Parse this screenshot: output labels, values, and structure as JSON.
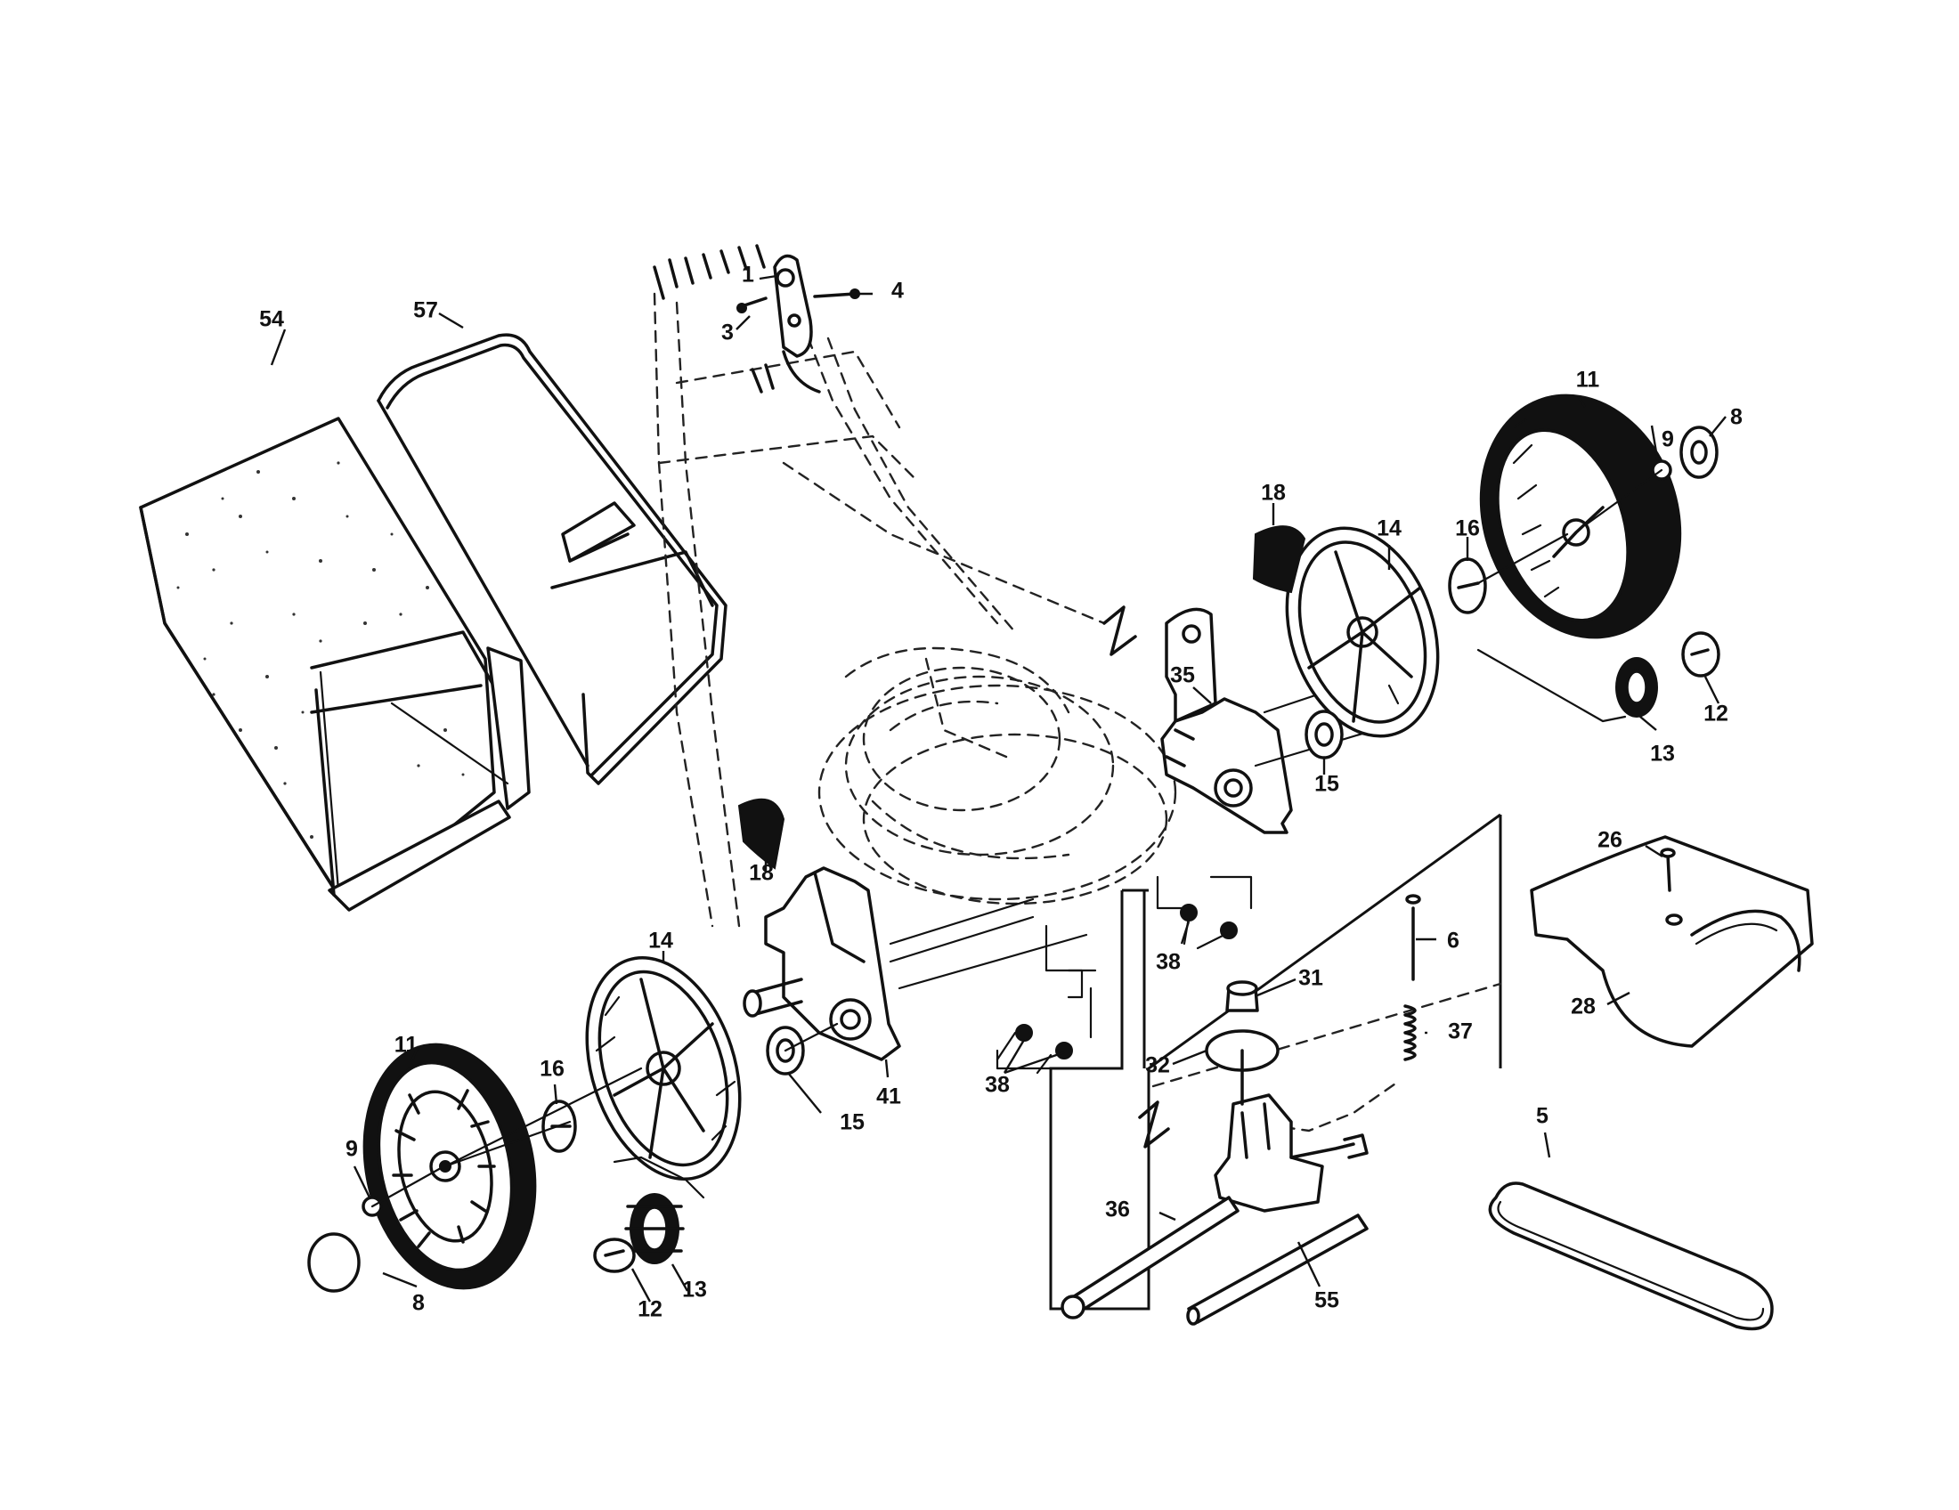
{
  "colors": {
    "ink": "#111111",
    "paper": "#ffffff"
  },
  "labels": {
    "p1": "1",
    "p3": "3",
    "p4": "4",
    "p5": "5",
    "p6": "6",
    "p8_left": "8",
    "p8_right": "8",
    "p9_left": "9",
    "p9_right": "9",
    "p11_left": "11",
    "p11_right": "11",
    "p12_left": "12",
    "p12_right": "12",
    "p13_left": "13",
    "p13_right": "13",
    "p14_left": "14",
    "p14_right": "14",
    "p15_left": "15",
    "p15_right": "15",
    "p16_left": "16",
    "p16_right": "16",
    "p18_left": "18",
    "p18_right": "18",
    "p26": "26",
    "p28": "28",
    "p31": "31",
    "p32": "32",
    "p35": "35",
    "p36": "36",
    "p37": "37",
    "p38_a": "38",
    "p38_b": "38",
    "p41": "41",
    "p54": "54",
    "p55": "55",
    "p57": "57"
  }
}
